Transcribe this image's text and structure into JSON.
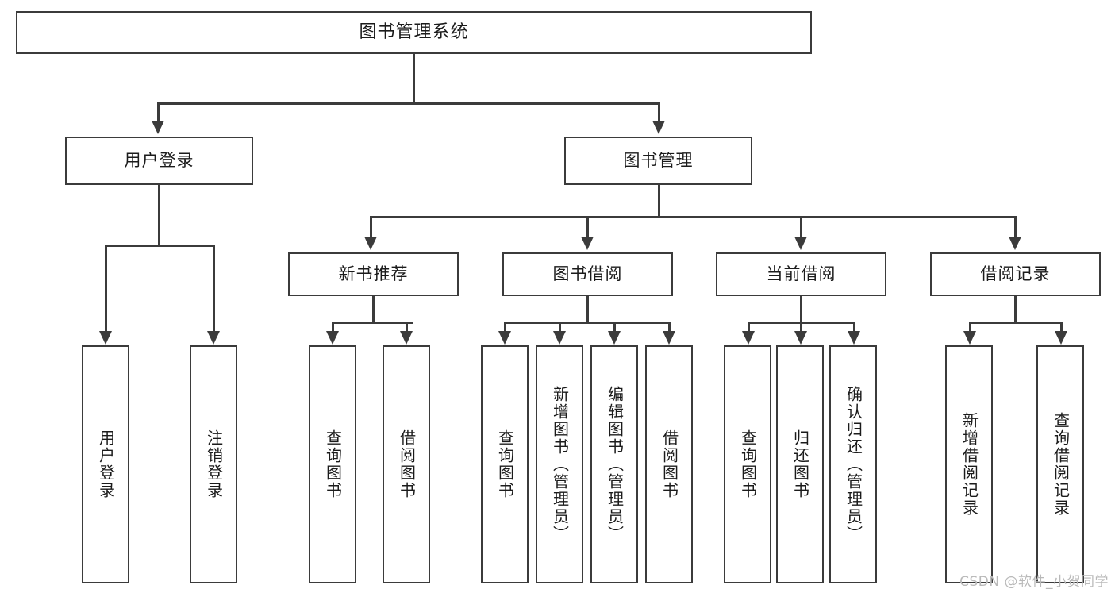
{
  "diagram": {
    "type": "tree-hierarchy",
    "title": "图书管理系统",
    "watermark": "CSDN @软件_小贺同学",
    "colors": {
      "stroke": "#3b3b3b",
      "fill": "#ffffff",
      "text": "#1b1b1b",
      "watermark": "#b9b9b9"
    },
    "root": {
      "label": "图书管理系统"
    },
    "level2": [
      {
        "label": "用户登录"
      },
      {
        "label": "图书管理"
      }
    ],
    "level3": [
      {
        "label": "新书推荐"
      },
      {
        "label": "图书借阅"
      },
      {
        "label": "当前借阅"
      },
      {
        "label": "借阅记录"
      }
    ],
    "leaves": {
      "user_login": [
        {
          "label": "用户登录"
        },
        {
          "label": "注销登录"
        }
      ],
      "new_book_recommend": [
        {
          "label": "查询图书"
        },
        {
          "label": "借阅图书"
        }
      ],
      "book_borrow": [
        {
          "label": "查询图书"
        },
        {
          "label": "新增图书（管理员）"
        },
        {
          "label": "编辑图书（管理员）"
        },
        {
          "label": "借阅图书"
        }
      ],
      "current_borrow": [
        {
          "label": "查询图书"
        },
        {
          "label": "归还图书"
        },
        {
          "label": "确认归还（管理员）"
        }
      ],
      "borrow_record": [
        {
          "label": "新增借阅记录"
        },
        {
          "label": "查询借阅记录"
        }
      ]
    }
  }
}
